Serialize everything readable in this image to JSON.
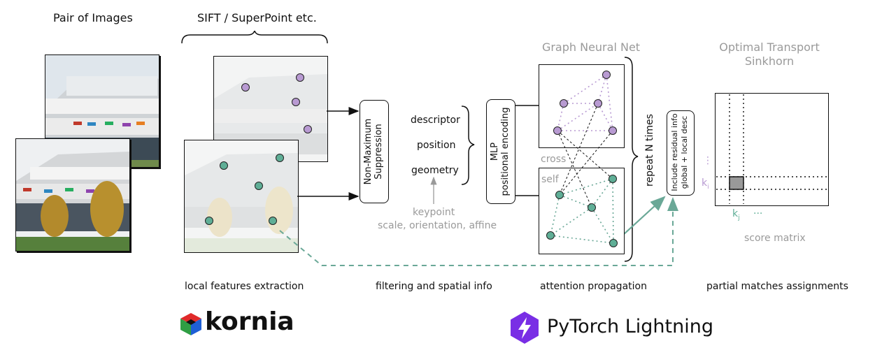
{
  "columns": {
    "pair_of_images": "Pair of Images",
    "sift": "SIFT / SuperPoint etc.",
    "gnn": "Graph Neural Net",
    "ot_line1": "Optimal Transport",
    "ot_line2": "Sinkhorn"
  },
  "boxes": {
    "nms_line1": "Non-Maximum",
    "nms_line2": "Suppression",
    "mlp_line1": "MLP",
    "mlp_line2": "positional encoding",
    "residual_line1": "Include residual info",
    "residual_line2": "global + local desc"
  },
  "info": {
    "descriptor": "descriptor",
    "position": "position",
    "geometry": "geometry",
    "keypoint": "keypoint",
    "keypoint_detail": "scale, orientation, affine"
  },
  "gnn": {
    "cross": "cross",
    "self": "self",
    "repeat": "repeat N times"
  },
  "score": {
    "ki": "k",
    "ki_sub": "i",
    "kj": "k",
    "kj_sub": "j",
    "dots_h": "···",
    "dots_v": "⋮",
    "label": "score matrix"
  },
  "captions": {
    "c1": "local features extraction",
    "c2": "filtering and spatial info",
    "c3": "attention propagation",
    "c4": "partial matches assignments"
  },
  "logos": {
    "kornia": "kornia",
    "lightning": "PyTorch Lightning"
  },
  "colors": {
    "purple": "#b89ad2",
    "teal": "#5fae96",
    "teal_line": "#6aa897",
    "gray_text": "#9a9a9a",
    "lightning": "#792ee5"
  }
}
